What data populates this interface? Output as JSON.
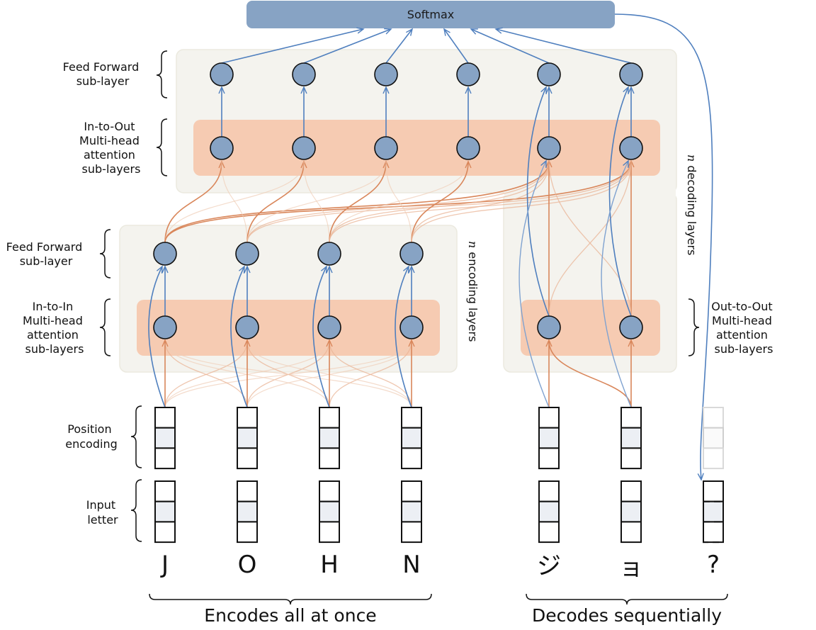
{
  "softmax": {
    "label": "Softmax"
  },
  "left_labels": {
    "decoder_ff": [
      "Feed Forward",
      "sub-layer"
    ],
    "decoder_in_out": [
      "In-to-Out",
      "Multi-head",
      "attention",
      "sub-layers"
    ],
    "encoder_ff": [
      "Feed Forward",
      "sub-layer"
    ],
    "encoder_in_in": [
      "In-to-In",
      "Multi-head",
      "attention",
      "sub-layers"
    ],
    "position": [
      "Position",
      "encoding"
    ],
    "input": [
      "Input",
      "letter"
    ]
  },
  "right_labels": {
    "out_out": [
      "Out-to-Out",
      "Multi-head",
      "attention",
      "sub-layers"
    ]
  },
  "layer_labels": {
    "encoding": {
      "n": "n",
      "text": " encoding layers"
    },
    "decoding": {
      "n": "n",
      "text": " decoding layers"
    }
  },
  "encoder_tokens": [
    "J",
    "O",
    "H",
    "N"
  ],
  "decoder_tokens": [
    "ジ",
    "ョ",
    "?"
  ],
  "captions": {
    "encoder": "Encodes all at once",
    "decoder": "Decodes sequentially"
  },
  "colors": {
    "node_fill": "#87a3c4",
    "attention_band": "#f6cbb2",
    "layer_panel": "#f4f3ee",
    "blue_arrow": "#4f7fbe",
    "orange_arrow": "#d9865a",
    "softmax_fill": "#87a3c4"
  }
}
